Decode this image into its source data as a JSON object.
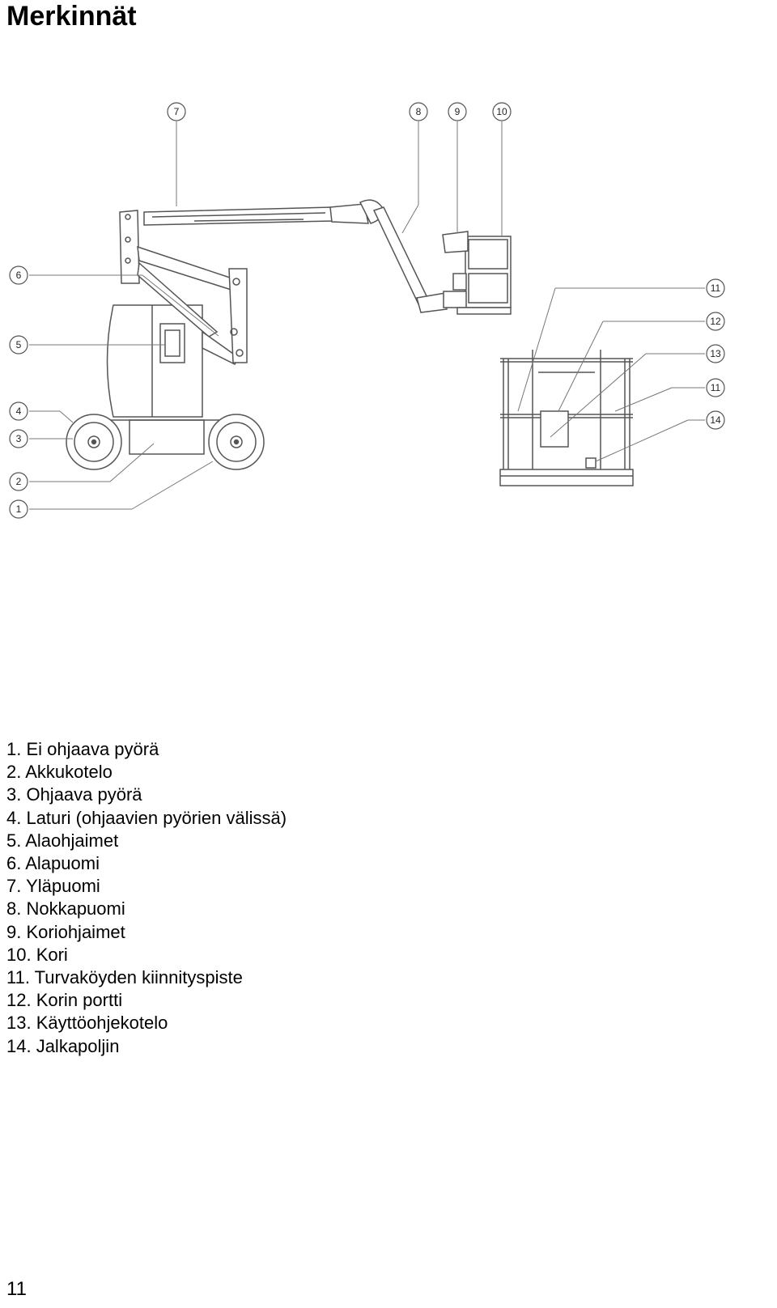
{
  "title": "Merkinnät",
  "diagram": {
    "callouts": [
      "1",
      "2",
      "3",
      "4",
      "5",
      "6",
      "7",
      "8",
      "9",
      "10",
      "11",
      "12",
      "13",
      "11",
      "14"
    ]
  },
  "legend": [
    "1. Ei ohjaava pyörä",
    "2. Akkukotelo",
    "3. Ohjaava pyörä",
    "4. Laturi (ohjaavien pyörien välissä)",
    "5. Alaohjaimet",
    "6. Alapuomi",
    "7. Yläpuomi",
    "8. Nokkapuomi",
    "9. Koriohjaimet",
    "10. Kori",
    "11. Turvaköyden kiinnityspiste",
    "12. Korin portti",
    "13. Käyttöohjekotelo",
    "14. Jalkapoljin"
  ],
  "page_number": "11"
}
